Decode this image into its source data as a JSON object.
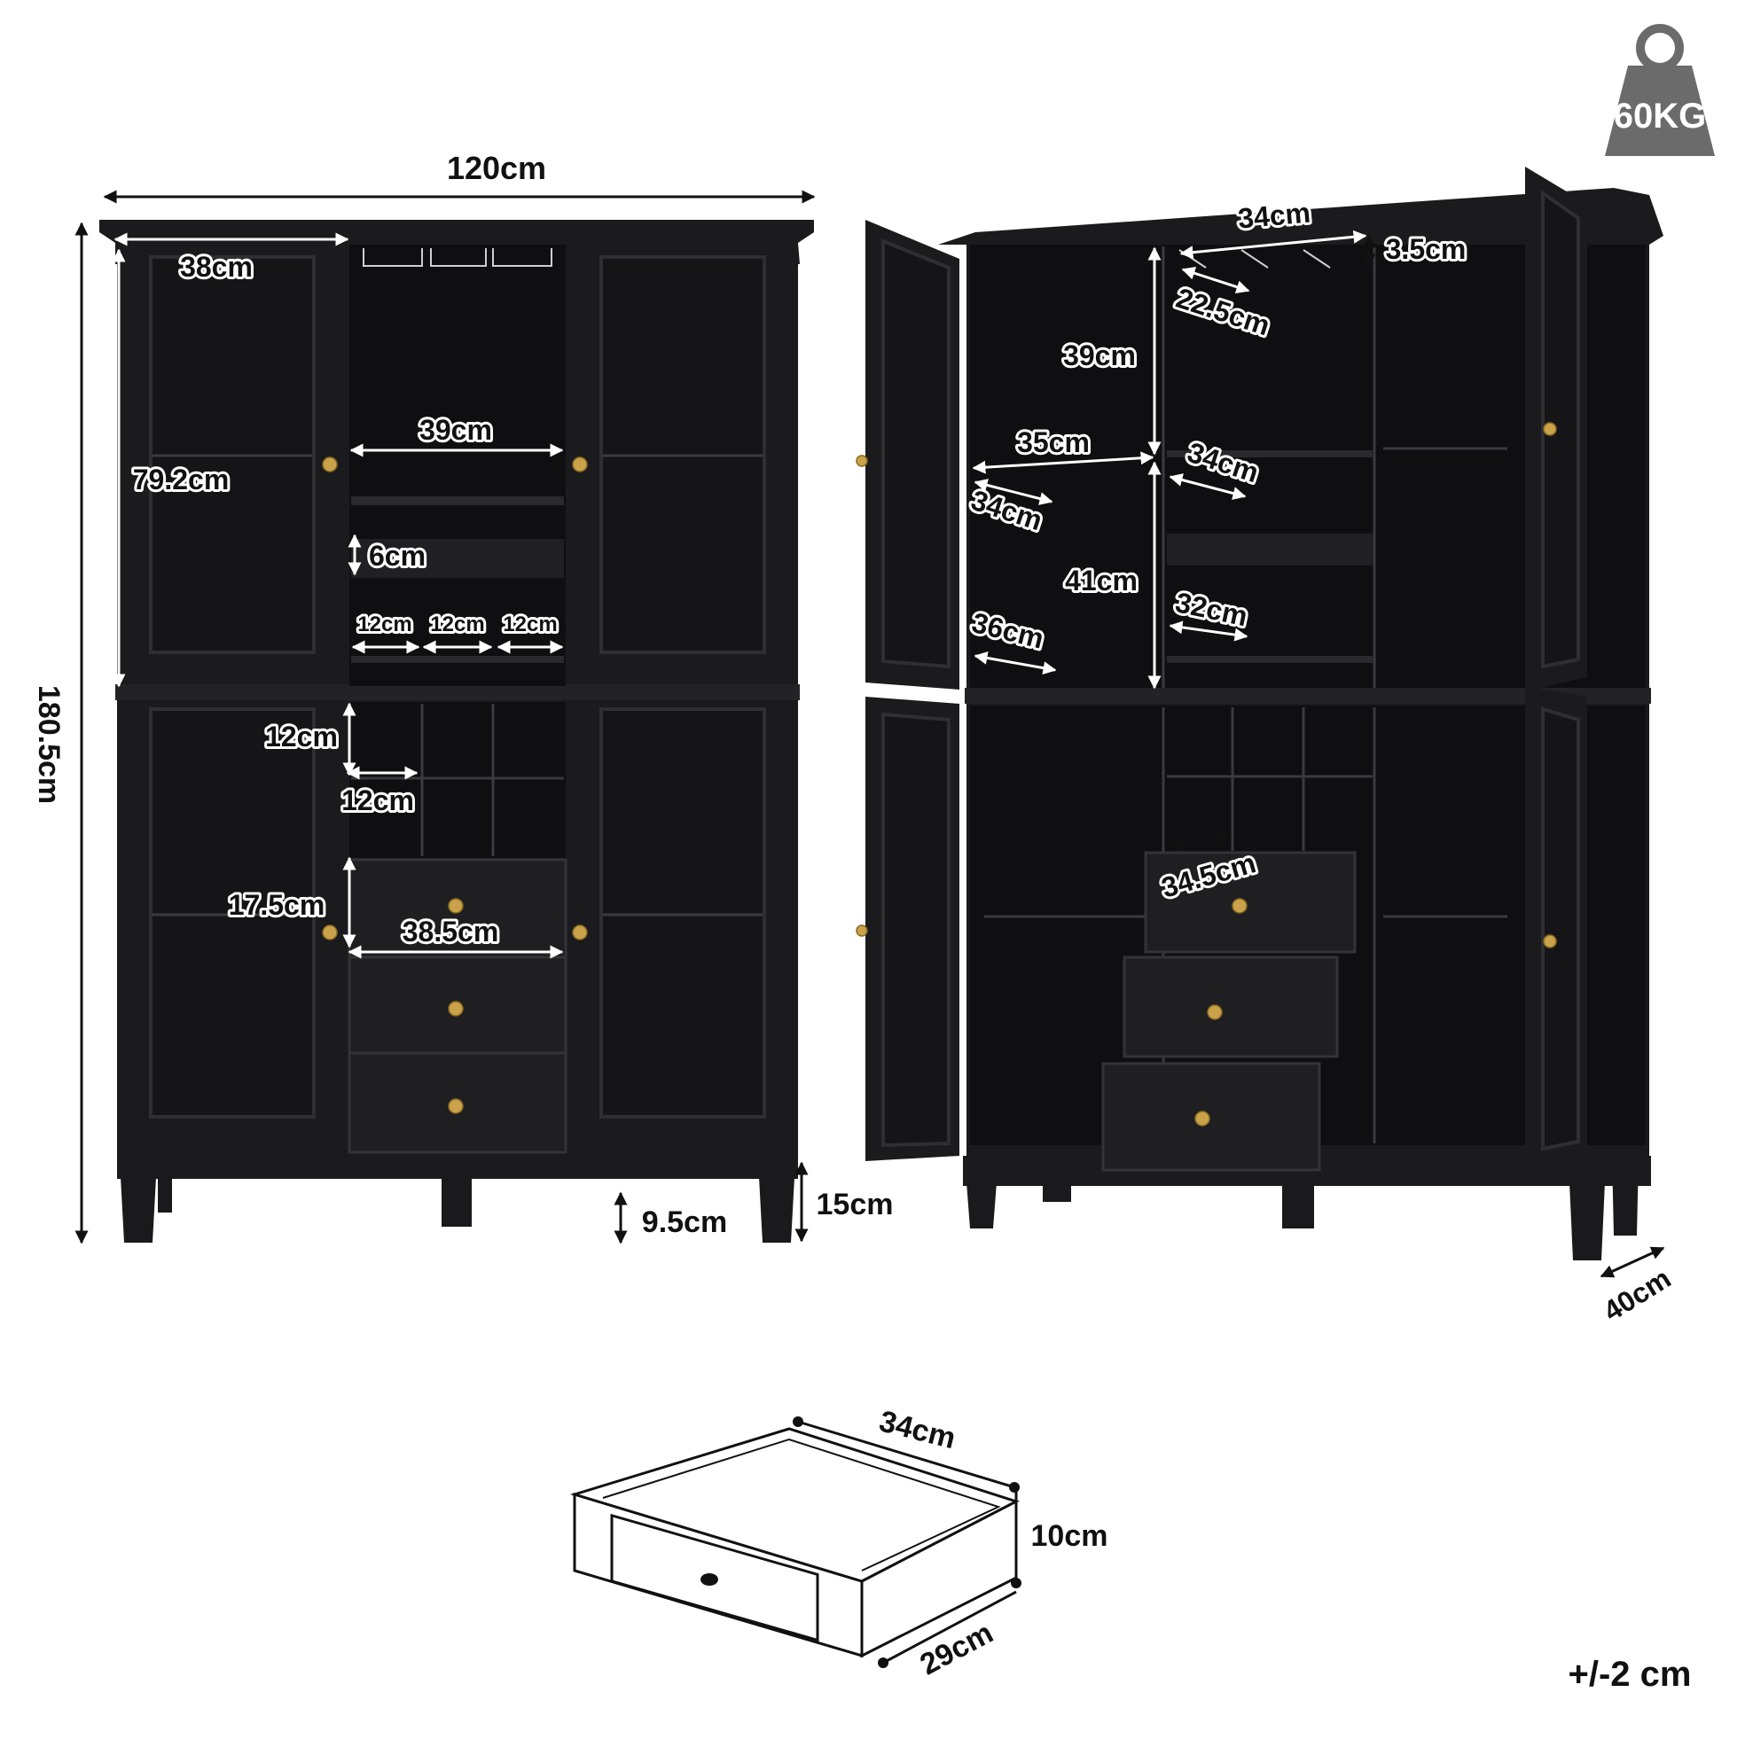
{
  "front_view": {
    "overall_width": "120cm",
    "overall_height": "180.5cm",
    "side_cabinet_width": "38cm",
    "upper_side_height": "79.2cm",
    "center_shelf_width": "39cm",
    "rail_height": "6cm",
    "slot_widths": [
      "12cm",
      "12cm",
      "12cm"
    ],
    "cubby_height": "12cm",
    "cubby_width": "12cm",
    "drawer_height": "17.5cm",
    "drawer_width": "38.5cm",
    "leg_height": "9.5cm",
    "base_height": "15cm"
  },
  "open_view": {
    "top_width": "34cm",
    "glass_rack_gap": "3.5cm",
    "glass_rack_depth": "22.5cm",
    "upper_left_height": "39cm",
    "left_shelf_width": "35cm",
    "left_upper_depth": "34cm",
    "left_lower_height": "41cm",
    "left_lower_depth": "36cm",
    "right_shelf_depth": "34cm",
    "right_lower_depth": "32cm",
    "drawer_depth": "34.5cm",
    "cabinet_depth": "40cm"
  },
  "weight_badge": {
    "label": "60KG",
    "icon": "weight-icon"
  },
  "drawer_detail": {
    "width": "34cm",
    "height": "10cm",
    "depth": "29cm"
  },
  "tolerance": "+/-2 cm",
  "colors": {
    "cabinet": "#1b1b1d",
    "knob": "#c9a24a",
    "badge": "#6b6b6b"
  }
}
